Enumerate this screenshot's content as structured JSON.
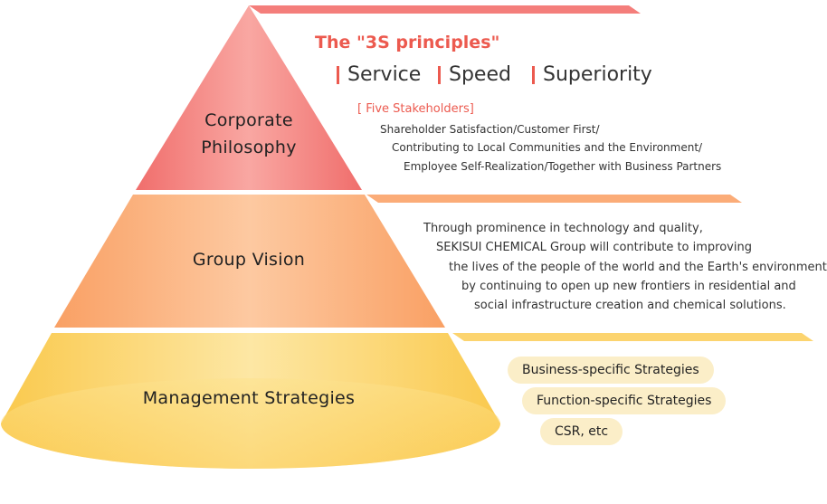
{
  "tiers": {
    "corporate_philosophy": {
      "label_line1": "Corporate",
      "label_line2": "Philosophy"
    },
    "group_vision": {
      "label": "Group Vision"
    },
    "management_strategies": {
      "label": "Management Strategies"
    }
  },
  "principles": {
    "title": "The \"3S principles\"",
    "items": [
      "Service",
      "Speed",
      "Superiority"
    ]
  },
  "stakeholders": {
    "title": "[ Five Stakeholders]",
    "lines": [
      "Shareholder Satisfaction/Customer First/",
      "Contributing to Local Communities and the Environment/",
      "Employee Self-Realization/Together with Business Partners"
    ]
  },
  "vision": {
    "lines": [
      "Through prominence in technology and quality,",
      "SEKISUI CHEMICAL Group will contribute to improving",
      "the lives of the people of the world and the Earth's environment,",
      "by continuing to open up new frontiers in residential and",
      "social infrastructure creation and chemical solutions."
    ]
  },
  "strategies": {
    "items": [
      "Business-specific Strategies",
      "Function-specific Strategies",
      "CSR, etc"
    ]
  },
  "colors": {
    "philosophy": "#f47e7b",
    "vision": "#fbac78",
    "strategies": "#fcd46f",
    "accent": "#ec5a4f",
    "pill": "#fbeec8"
  }
}
